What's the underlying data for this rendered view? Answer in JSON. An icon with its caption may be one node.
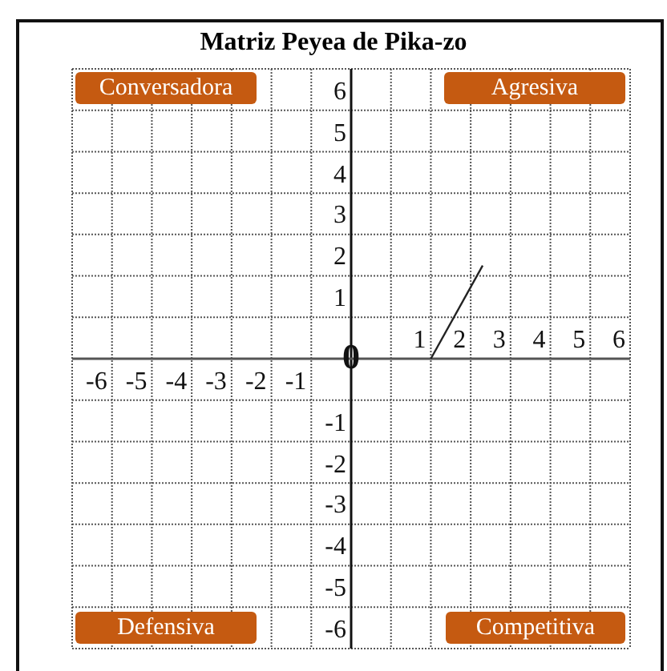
{
  "diagram": {
    "title": "Matriz Peyea de Pika-zo",
    "nodes": [
      {
        "text": [
          "Conversadora"
        ]
      },
      {
        "text": [
          "Agresiva"
        ]
      },
      {
        "text": [
          "Defensiva"
        ]
      },
      {
        "text": [
          "Competitiva"
        ]
      }
    ],
    "labels": [
      "6",
      "5",
      "4",
      "3",
      "2",
      "1",
      "1",
      "2",
      "3",
      "4",
      "5",
      "6",
      "0",
      "-6",
      "-5",
      "-4",
      "-3",
      "-2",
      "-1",
      "-1",
      "-2",
      "-3",
      "-4",
      "-5",
      "-6"
    ]
  }
}
